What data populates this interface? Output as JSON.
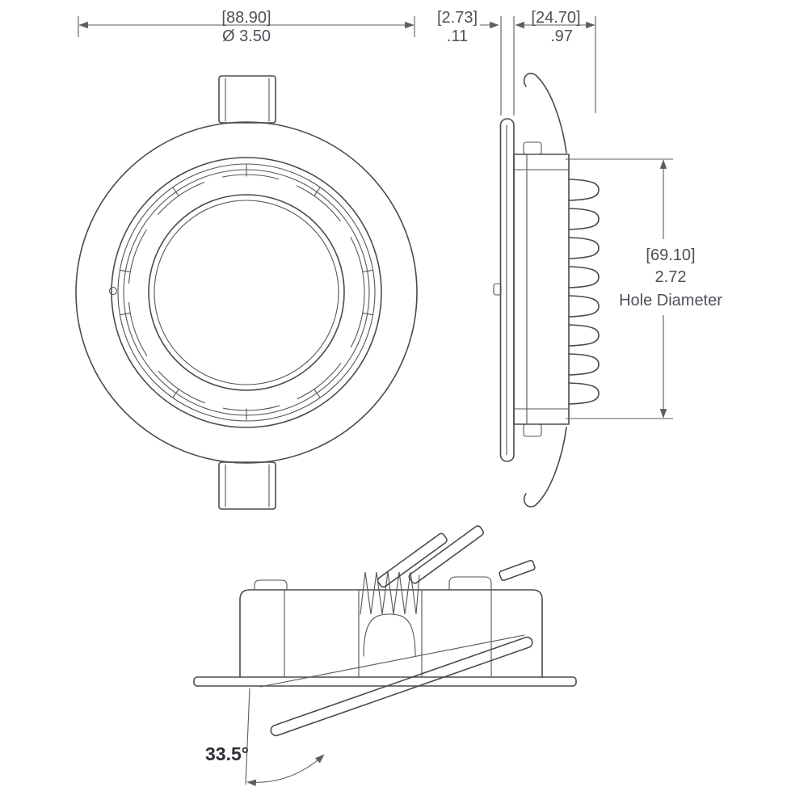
{
  "page": {
    "background": "#ffffff"
  },
  "colors": {
    "geometry_line": "#4a4a50",
    "dimension_line": "#5b5b64",
    "dimension_text": "#50505a",
    "angle_text": "#2e2e36"
  },
  "front_view": {
    "overall_diameter_mm": "[88.90]",
    "overall_diameter_in": "Ø 3.50"
  },
  "side_view": {
    "flange_thickness_mm": "[2.73]",
    "flange_thickness_in": ".11",
    "recess_depth_mm": "[24.70]",
    "recess_depth_in": ".97",
    "hole_diameter_mm": "[69.10]",
    "hole_diameter_in": "2.72",
    "hole_diameter_label": "Hole Diameter"
  },
  "tilt_view": {
    "tilt_angle": "33.5°"
  }
}
